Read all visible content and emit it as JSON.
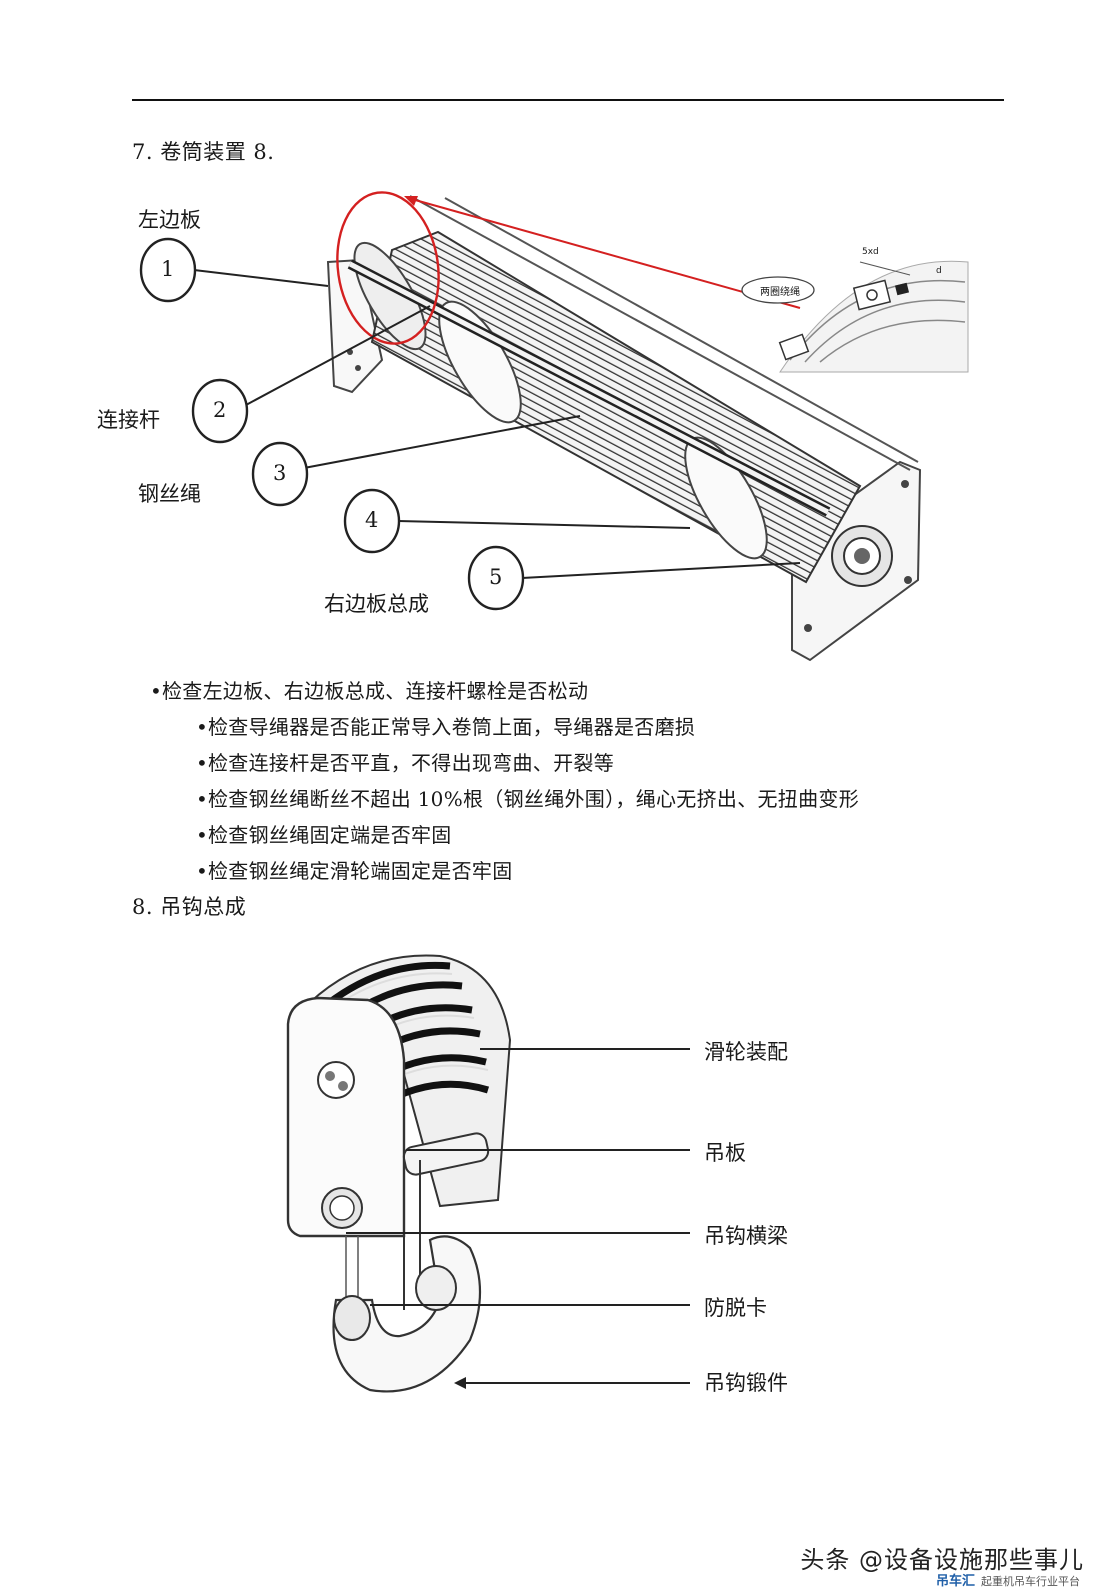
{
  "section7": {
    "heading": "7.  卷筒装置 8.",
    "labels": {
      "left_plate": "左边板",
      "connecting_rod": "连接杆",
      "wire_rope": "钢丝绳",
      "right_plate_assembly": "右边板总成"
    },
    "callouts": [
      "1",
      "2",
      "3",
      "4",
      "5"
    ],
    "inset": {
      "label": "两圈绕绳",
      "dim_a": "5xd",
      "dim_b": "d"
    }
  },
  "checks": [
    "检查左边板、右边板总成、连接杆螺栓是否松动",
    "检查导绳器是否能正常导入卷筒上面，导绳器是否磨损",
    "检查连接杆是否平直，不得出现弯曲、开裂等",
    "检查钢丝绳断丝不超出 10%根（钢丝绳外围），绳心无挤出、无扭曲变形",
    "检查钢丝绳固定端是否牢固",
    "检查钢丝绳定滑轮端固定是否牢固"
  ],
  "section8": {
    "heading": "8. 吊钩总成",
    "labels": [
      "滑轮装配",
      "吊板",
      "吊钩横梁",
      "防脱卡",
      "吊钩锻件"
    ]
  },
  "watermark": {
    "text": "头条 @设备设施那些事儿",
    "brand": "吊车汇",
    "tagline": "起重机吊车行业平台"
  },
  "colors": {
    "highlight": "#d42020",
    "ink": "#1a1a1a"
  }
}
